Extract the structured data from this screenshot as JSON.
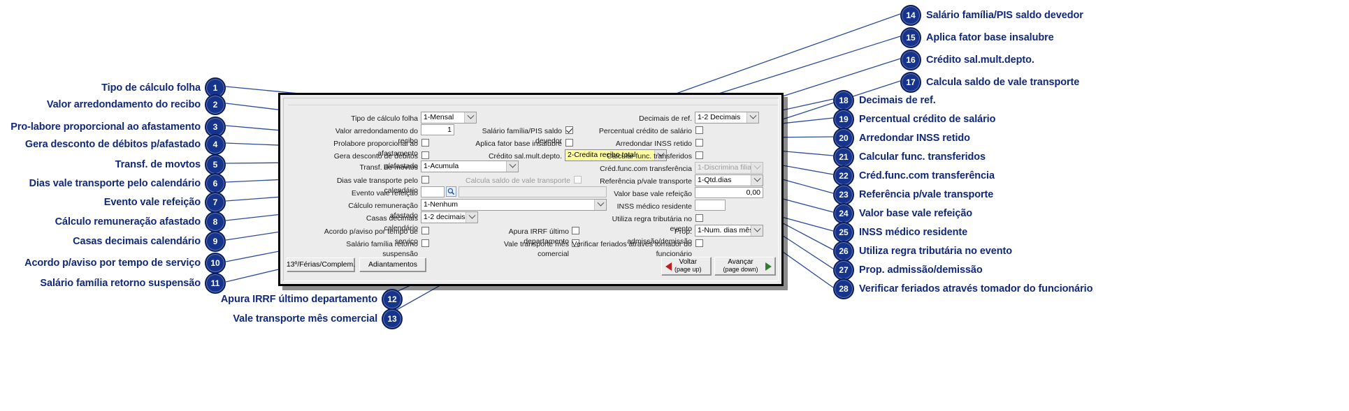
{
  "dialog": {
    "fields": {
      "tipo_calculo_folha": {
        "label": "Tipo de cálculo folha",
        "value": "1-Mensal"
      },
      "valor_arredondamento": {
        "label": "Valor arredondamento do recibo",
        "value": "1"
      },
      "prolabore_prop": {
        "label": "Prolabore proporcional ao afastamento",
        "value": ""
      },
      "gera_desconto": {
        "label": "Gera desconto de débitos p/afastado",
        "value": ""
      },
      "transf_movtos": {
        "label": "Transf. de movtos",
        "value": "1-Acumula"
      },
      "dias_vale_transp": {
        "label": "Dias vale transporte pelo calendário",
        "value": ""
      },
      "evento_vale_ref": {
        "label": "Evento vale refeição",
        "value": "",
        "desc": ""
      },
      "calculo_remun_afast": {
        "label": "Cálculo remuneração afastado",
        "value": "1-Nenhum"
      },
      "casas_decimais_cal": {
        "label": "Casas decimais calendário",
        "value": "1-2 decimais"
      },
      "acordo_aviso": {
        "label": "Acordo p/aviso por tempo de serviço",
        "value": ""
      },
      "salario_familia_ret": {
        "label": "Salário família retorno suspensão",
        "value": ""
      },
      "salario_familia_pis": {
        "label": "Salário família/PIS saldo devedor",
        "value": ""
      },
      "aplica_fator": {
        "label": "Aplica fator base insalubre",
        "value": ""
      },
      "credito_sal_mult": {
        "label": "Crédito sal.mult.depto.",
        "value": "2-Credita recibo total."
      },
      "calcula_saldo_vt": {
        "label": "Calcula saldo de vale transporte",
        "value": ""
      },
      "apura_irrf": {
        "label": "Apura IRRF último departamento",
        "value": ""
      },
      "vale_transp_mes": {
        "label": "Vale transporte mês comercial",
        "value": ""
      },
      "decimais_ref": {
        "label": "Decimais de ref.",
        "value": "1-2 Decimais"
      },
      "percentual_credito": {
        "label": "Percentual crédito de salário",
        "value": ""
      },
      "arredondar_inss": {
        "label": "Arredondar INSS retido",
        "value": ""
      },
      "calcular_func_transf": {
        "label": "Calcular func. transferidos",
        "value": ""
      },
      "cred_func_transf": {
        "label": "Créd.func.com transferência",
        "value": "1-Discrimina filiais"
      },
      "referencia_vt": {
        "label": "Referência p/vale transporte",
        "value": "1-Qtd.dias"
      },
      "valor_base_vale_ref": {
        "label": "Valor base vale refeição",
        "value": "0,00"
      },
      "inss_medico_res": {
        "label": "INSS médico residente",
        "value": ""
      },
      "utiliza_regra_trib": {
        "label": "Utiliza regra tributária no evento",
        "value": ""
      },
      "prop_admissao": {
        "label": "Prop. admissão/demissão",
        "value": "1-Num. dias mês"
      },
      "verificar_feriados": {
        "label": "Verificar feriados através tomador do funcionário",
        "value": ""
      }
    },
    "buttons": {
      "ferias": "13º/Férias/Complem.",
      "adiantamentos": "Adiantamentos",
      "voltar_label": "Voltar",
      "voltar_sub": "(page up)",
      "avancar_label": "Avançar",
      "avancar_sub": "(page down)"
    }
  },
  "annotations": {
    "left": [
      {
        "n": "1",
        "text": "Tipo de cálculo folha"
      },
      {
        "n": "2",
        "text": "Valor arredondamento do recibo"
      },
      {
        "n": "3",
        "text": "Pro-labore proporcional ao afastamento"
      },
      {
        "n": "4",
        "text": "Gera desconto de débitos p/afastado"
      },
      {
        "n": "5",
        "text": "Transf. de movtos"
      },
      {
        "n": "6",
        "text": "Dias vale transporte pelo calendário"
      },
      {
        "n": "7",
        "text": "Evento vale refeição"
      },
      {
        "n": "8",
        "text": "Cálculo remuneração afastado"
      },
      {
        "n": "9",
        "text": "Casas decimais calendário"
      },
      {
        "n": "10",
        "text": "Acordo p/aviso por tempo de serviço"
      },
      {
        "n": "11",
        "text": "Salário família retorno suspensão"
      }
    ],
    "bottom": [
      {
        "n": "12",
        "text": "Apura IRRF último departamento"
      },
      {
        "n": "13",
        "text": "Vale transporte mês comercial"
      }
    ],
    "topright": [
      {
        "n": "14",
        "text": "Salário família/PIS saldo devedor"
      },
      {
        "n": "15",
        "text": "Aplica fator base insalubre"
      },
      {
        "n": "16",
        "text": "Crédito sal.mult.depto."
      },
      {
        "n": "17",
        "text": "Calcula saldo de vale transporte"
      }
    ],
    "right": [
      {
        "n": "18",
        "text": "Decimais de ref."
      },
      {
        "n": "19",
        "text": "Percentual crédito de salário"
      },
      {
        "n": "20",
        "text": "Arredondar INSS retido"
      },
      {
        "n": "21",
        "text": "Calcular func. transferidos"
      },
      {
        "n": "22",
        "text": "Créd.func.com transferência"
      },
      {
        "n": "23",
        "text": "Referência p/vale transporte"
      },
      {
        "n": "24",
        "text": "Valor base vale refeição"
      },
      {
        "n": "25",
        "text": "INSS médico residente"
      },
      {
        "n": "26",
        "text": "Utiliza regra tributária no evento"
      },
      {
        "n": "27",
        "text": "Prop. admissão/demissão"
      },
      {
        "n": "28",
        "text": "Verificar feriados através tomador do funcionário"
      }
    ]
  }
}
